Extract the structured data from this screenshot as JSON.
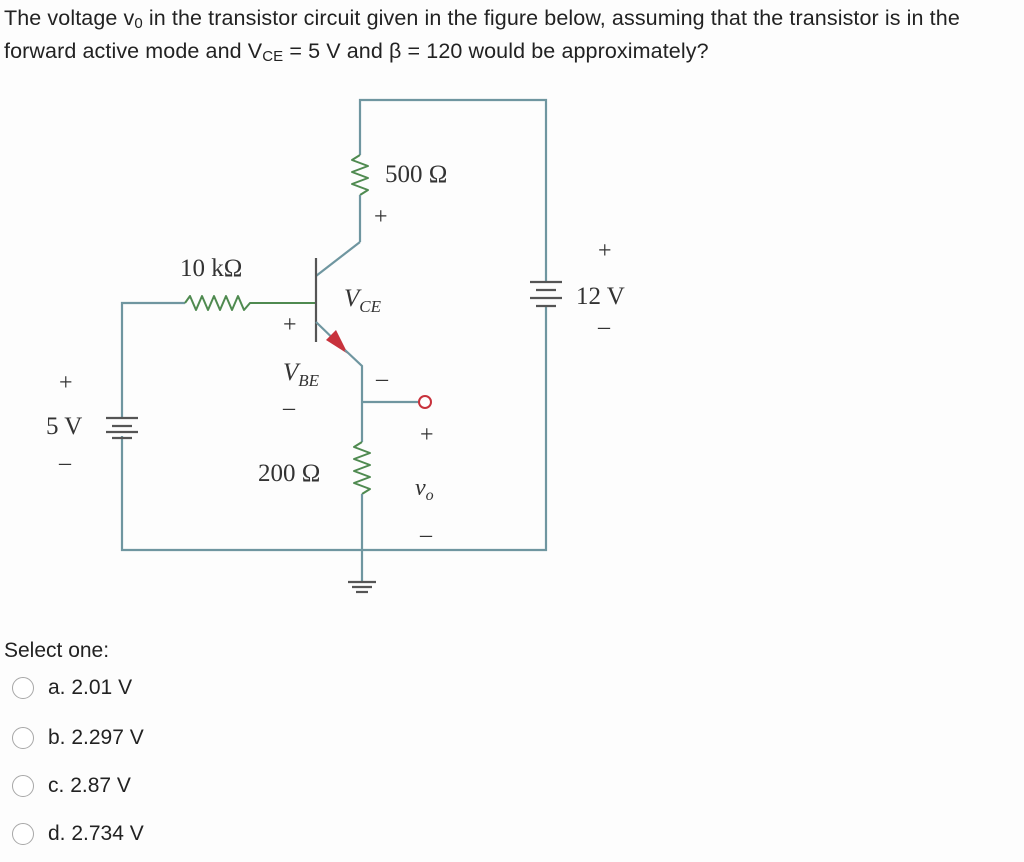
{
  "question": {
    "part1": "The voltage v",
    "sub_v": "0",
    "part2": " in the transistor circuit given in the figure below, assuming that the transistor is in the forward active mode and V",
    "sub_ce": "CE",
    "part3": " = 5 V and β = 120 would be approximately?"
  },
  "circuit": {
    "r_collector": "500 Ω",
    "r_base": "10 kΩ",
    "r_emitter": "200 Ω",
    "source_base": "5 V",
    "source_collector": "12 V",
    "vce_main": "V",
    "vce_sub": "CE",
    "vbe_main": "V",
    "vbe_sub": "BE",
    "vo": "v",
    "vo_sub": "o",
    "plus": "+",
    "minus": "–"
  },
  "select_label": "Select one:",
  "options": [
    {
      "letter": "a.",
      "text": "2.01 V"
    },
    {
      "letter": "b.",
      "text": "2.297 V"
    },
    {
      "letter": "c.",
      "text": "2.87 V"
    },
    {
      "letter": "d.",
      "text": "2.734 V"
    }
  ]
}
